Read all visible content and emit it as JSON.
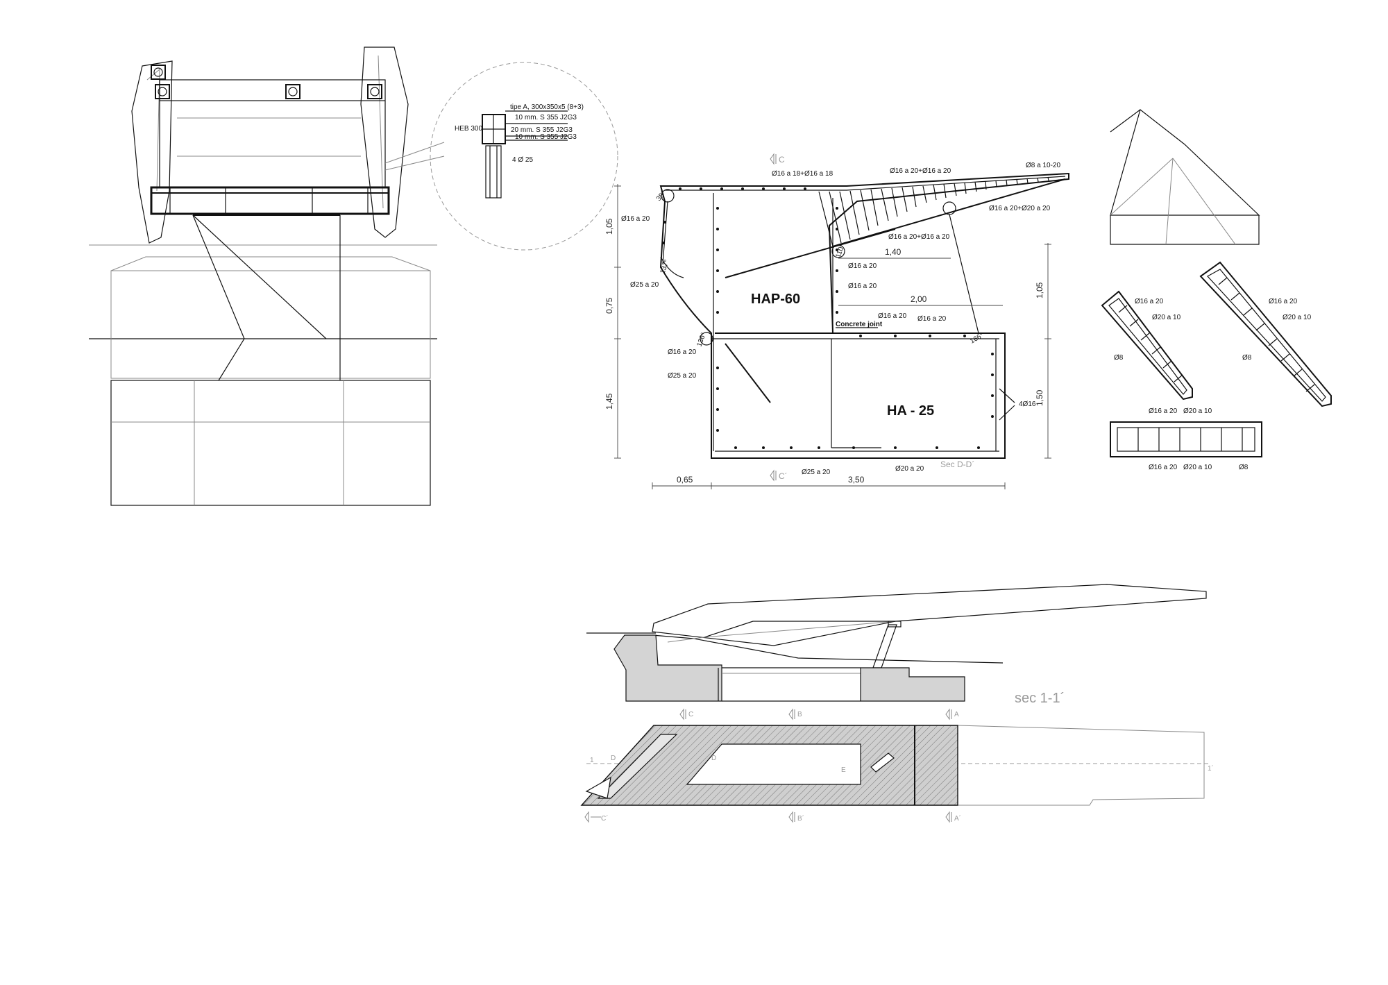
{
  "detail": {
    "profile": "HEB 300",
    "plate1": "tipe A, 300x350x5 (8+3)",
    "plate2": "10 mm. S 355 J2G3",
    "plate3": "20 mm. S 355 J2G3",
    "plate4": "10 mm. S 355 J2G3",
    "bars": "4 Ø 25"
  },
  "section": {
    "title": "Sec D-D´",
    "mark_top": "C",
    "mark_bottom": "C´",
    "concrete_upper": "HAP-60",
    "concrete_lower": "HA - 25",
    "joint": "Concrete joint",
    "rebar": {
      "top1": "Ø16 a 18+Ø16 a 18",
      "top2": "Ø16 a 20+Ø16 a 20",
      "top3": "Ø8 a 10-20",
      "top4": "Ø16 a 20+Ø20 a 20",
      "mid1": "Ø16 a 20+Ø16 a 20",
      "left1": "Ø16 a 20",
      "left2": "Ø25 a 20",
      "left3": "Ø16 a 20",
      "left4": "Ø25 a 20",
      "inner1": "Ø16 a 20",
      "inner2": "Ø16 a 20",
      "joint1": "Ø16 a 20",
      "joint2": "Ø16 a 20",
      "right": "4Ø16",
      "bottom1": "Ø25 a 20",
      "bottom2": "Ø20 a 20"
    },
    "angles": {
      "a1": "35°",
      "a2": "137°",
      "a3": "136°",
      "a4": "110°",
      "a5": "166°"
    },
    "dims": {
      "left1": "1,05",
      "left2": "0,75",
      "left3": "1,45",
      "right1": "1,05",
      "right2": "1,50",
      "h1": "1,40",
      "h2": "2,00",
      "bot1": "0,65",
      "bot2": "3,50"
    }
  },
  "strut_sections": {
    "a_top": "Ø16 a 20",
    "a_mid": "Ø20 a 10",
    "a_bot": "Ø8",
    "b_top": "Ø16 a 20",
    "b_mid": "Ø20 a 10",
    "b_bot": "Ø8",
    "c_top1": "Ø16 a 20",
    "c_top2": "Ø20 a 10",
    "c_bot1": "Ø16 a 20",
    "c_bot2": "Ø20 a 10",
    "c_bot3": "Ø8"
  },
  "long_section": {
    "title": "sec 1-1´"
  },
  "plan": {
    "marks": {
      "c_top": "C",
      "b_top": "B",
      "a_top": "A",
      "c_bot": "C´",
      "b_bot": "B´",
      "a_bot": "A´",
      "one_left": "1",
      "one_right": "1´",
      "d_left": "D",
      "d_right": "D",
      "e": "E"
    }
  }
}
